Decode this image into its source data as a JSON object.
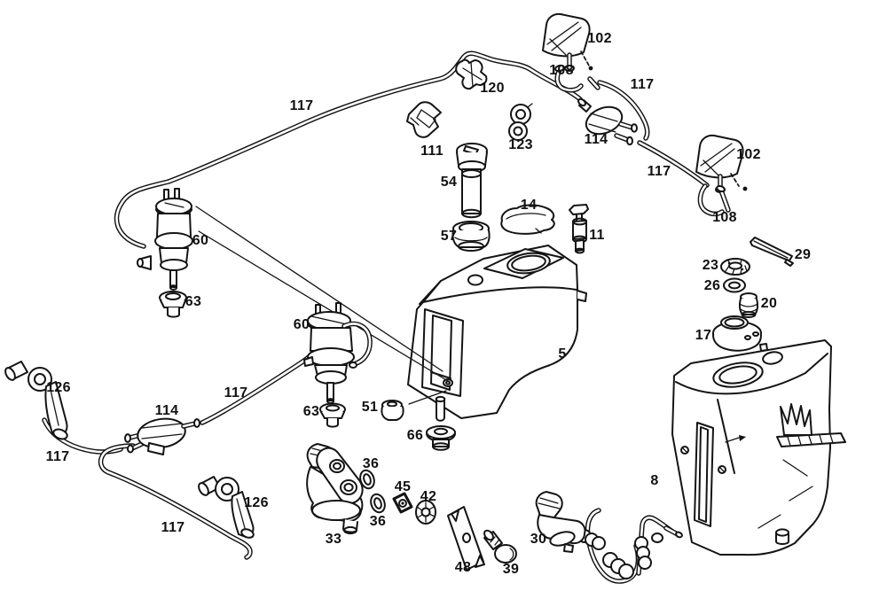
{
  "diagram": {
    "background_color": "#ffffff",
    "line_color": "#141414",
    "label_color": "#111111"
  },
  "part_labels": [
    {
      "text": "117"
    },
    {
      "text": "120"
    },
    {
      "text": "102"
    },
    {
      "text": "108"
    },
    {
      "text": "117"
    },
    {
      "text": "111"
    },
    {
      "text": "123"
    },
    {
      "text": "114"
    },
    {
      "text": "102"
    },
    {
      "text": "54"
    },
    {
      "text": "117"
    },
    {
      "text": "108"
    },
    {
      "text": "57"
    },
    {
      "text": "14"
    },
    {
      "text": "11"
    },
    {
      "text": "60"
    },
    {
      "text": "29"
    },
    {
      "text": "23"
    },
    {
      "text": "26"
    },
    {
      "text": "63"
    },
    {
      "text": "20"
    },
    {
      "text": "17"
    },
    {
      "text": "60"
    },
    {
      "text": "5"
    },
    {
      "text": "126"
    },
    {
      "text": "114"
    },
    {
      "text": "117"
    },
    {
      "text": "63"
    },
    {
      "text": "51"
    },
    {
      "text": "117"
    },
    {
      "text": "66"
    },
    {
      "text": "8"
    },
    {
      "text": "36"
    },
    {
      "text": "126"
    },
    {
      "text": "45"
    },
    {
      "text": "42"
    },
    {
      "text": "36"
    },
    {
      "text": "33"
    },
    {
      "text": "117"
    },
    {
      "text": "30"
    },
    {
      "text": "48"
    },
    {
      "text": "39"
    }
  ]
}
